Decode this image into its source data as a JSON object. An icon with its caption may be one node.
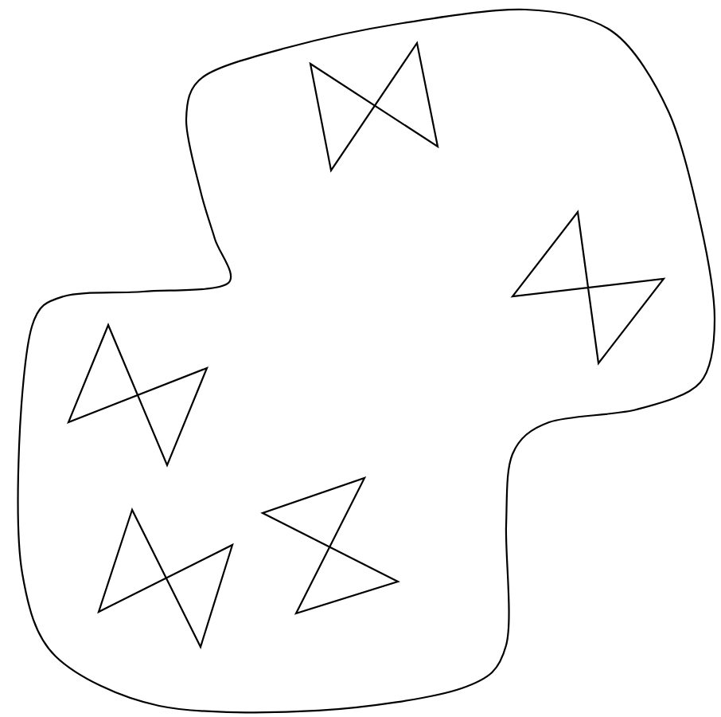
{
  "diagram": {
    "nodes": [
      {
        "text": [],
        "shape": "cloud"
      },
      {
        "text": [],
        "shape": "bowtie",
        "in": 0
      },
      {
        "text": [],
        "shape": "bowtie",
        "in": 0
      },
      {
        "text": [],
        "shape": "bowtie",
        "in": 0
      },
      {
        "text": [],
        "shape": "bowtie",
        "in": 0
      },
      {
        "text": [],
        "shape": "bowtie",
        "in": 0
      }
    ]
  }
}
